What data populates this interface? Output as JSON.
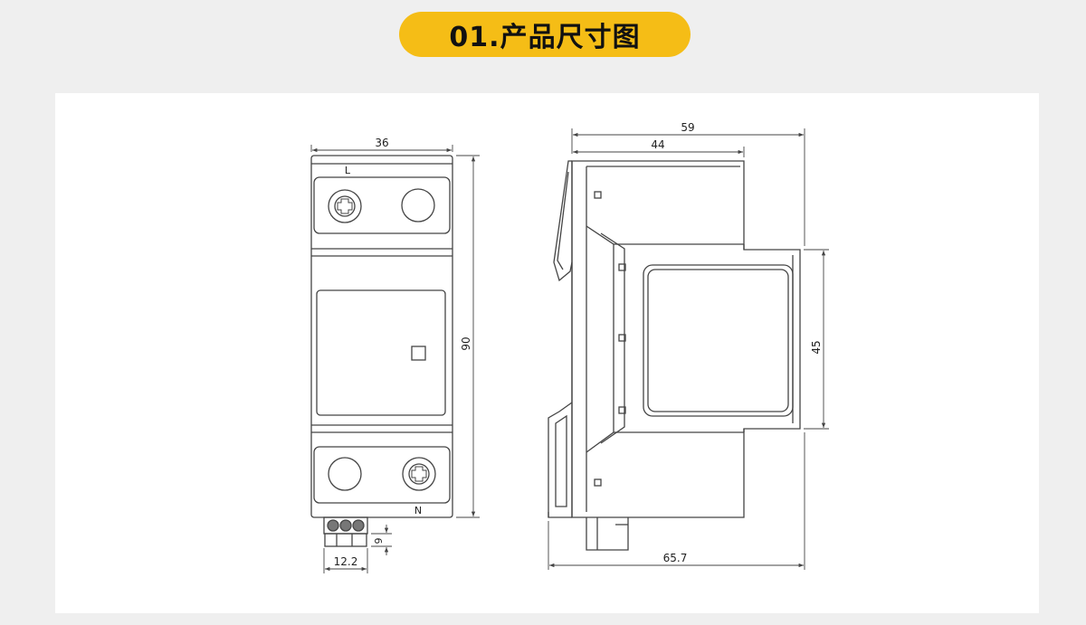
{
  "header": {
    "title": "01.产品尺寸图"
  },
  "front_view": {
    "width_label": "36",
    "height_label": "90",
    "terminal_top_label": "L",
    "terminal_bottom_label": "N",
    "base_height_label": "9",
    "base_width_label": "12.2"
  },
  "side_view": {
    "overall_width_label": "59",
    "body_width_label": "44",
    "window_height_label": "45",
    "base_width_label": "65.7"
  },
  "colors": {
    "accent": "#f5bd16",
    "line": "#444444",
    "background": "#efefef",
    "panel": "#ffffff"
  }
}
